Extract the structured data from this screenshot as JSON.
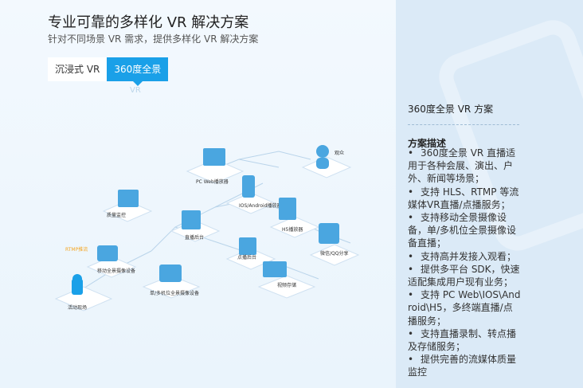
{
  "header": {
    "title": "专业可靠的多样化 VR 解决方案",
    "subtitle": "针对不同场景 VR 需求，提供多样化 VR 解决方案"
  },
  "tabs": [
    {
      "label": "沉浸式 VR",
      "active": false
    },
    {
      "label": "360度全景",
      "active": true
    }
  ],
  "tab_sub": "VR",
  "diagram": {
    "labels": {
      "live_scene": "活动现场",
      "mobile_camera": "移动全景摄像设备",
      "multi_camera": "单/多机位全景摄像设备",
      "quality": "质量监控",
      "live_backend": "直播后台",
      "pc_player": "PC Web播放器",
      "ios_player": "IOS/Android播放器",
      "h5_player": "H5播放器",
      "vod_backend": "点播后台",
      "storage": "视频存储",
      "audience": "观众",
      "wechat": "微信/QQ分享",
      "rtmp": "RTMP推流"
    }
  },
  "panel": {
    "title": "360度全景 VR 方案",
    "desc_heading": "方案描述",
    "items": [
      "360度全景 VR 直播适用于各种会展、演出、户外、新闻等场景；",
      "支持 HLS、RTMP 等流媒体VR直播/点播服务；",
      "支持移动全景摄像设备，单/多机位全景摄像设备直播；",
      "支持高并发接入观看；",
      "提供多平台 SDK，快速适配集成用户现有业务；",
      "支持 PC Web\\IOS\\Android\\H5，多终端直播/点播服务；",
      "支持直播录制、转点播及存储服务；",
      "提供完善的流媒体质量监控"
    ]
  },
  "colors": {
    "accent": "#1aa0e8",
    "panel_bg": "#dbeaf7",
    "left_bg": "#eef6fc"
  }
}
